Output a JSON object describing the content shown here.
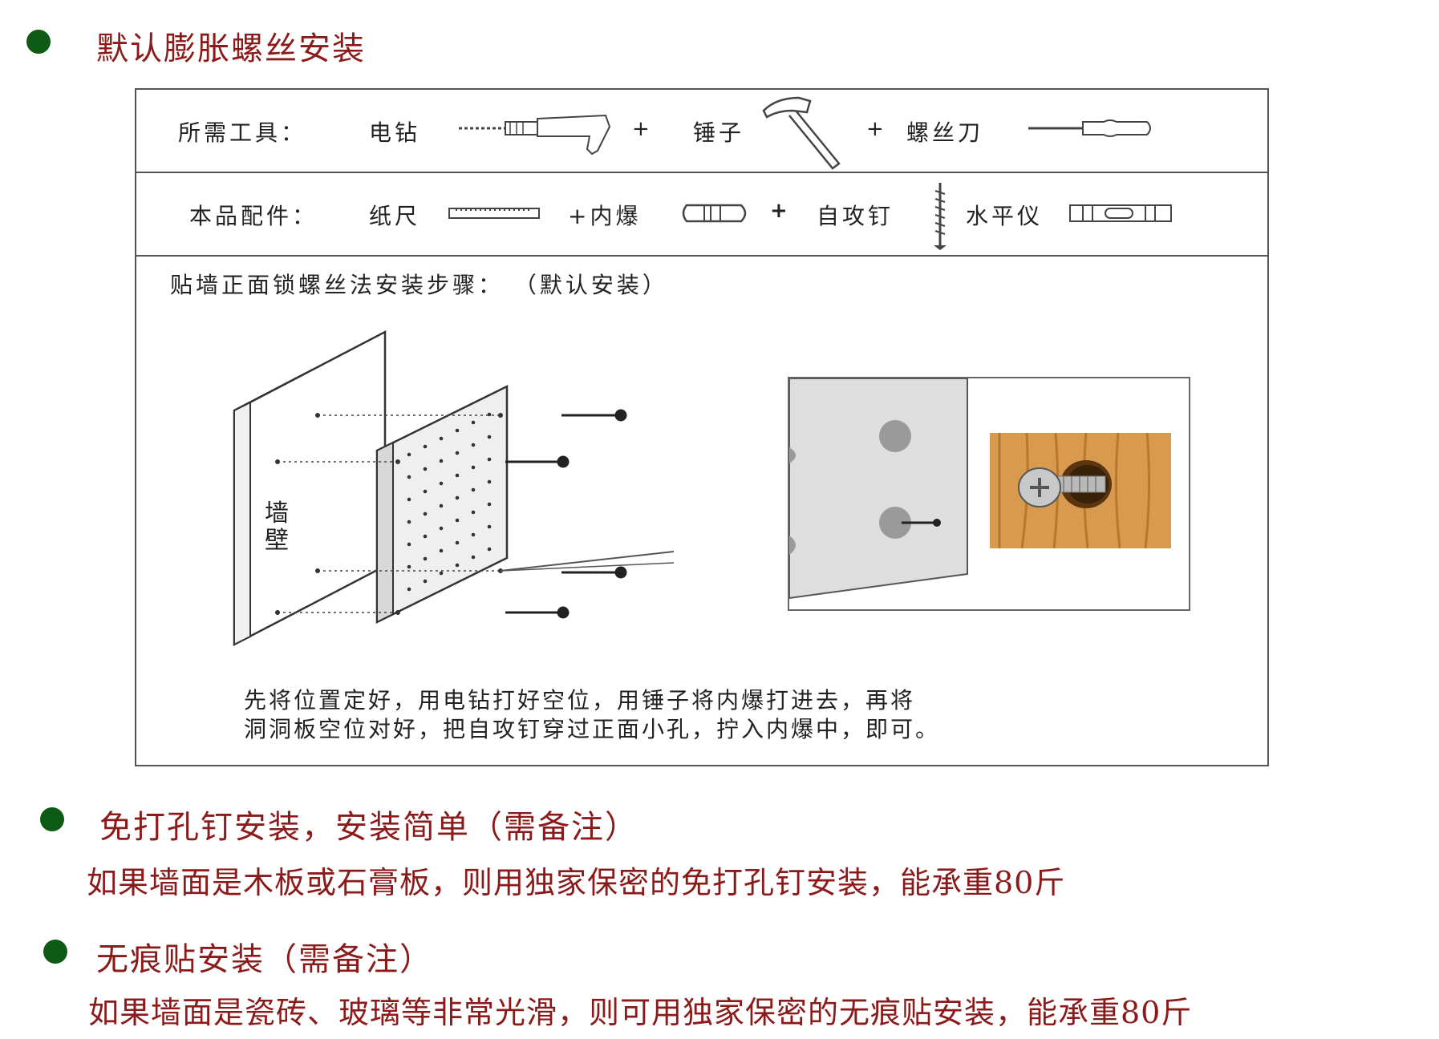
{
  "colors": {
    "bullet": "#0d5a14",
    "heading_text": "#8b1a1a",
    "diagram_border": "#555555"
  },
  "section1": {
    "heading": "默认膨胀螺丝安装"
  },
  "diagram": {
    "tools_label": "所需工具：",
    "tools": [
      "电钻",
      "锤子",
      "螺丝刀"
    ],
    "tool_icons": [
      "drill-icon",
      "hammer-icon",
      "screwdriver-icon"
    ],
    "plus": "+",
    "accessories_label": "本品配件：",
    "accessories": [
      "纸尺",
      "+内爆",
      "自攻钉",
      "水平仪"
    ],
    "accessory_icons": [
      "ruler-icon",
      "anchor-icon",
      "screw-icon",
      "level-icon"
    ],
    "accessory_plus": "+",
    "steps_title": "贴墙正面锁螺丝法安装步骤：  （默认安装）",
    "wall_label_1": "墙",
    "wall_label_2": "壁",
    "caption_line1": "先将位置定好，用电钻打好空位，用锤子将内爆打进去，再将",
    "caption_line2": "洞洞板空位对好，把自攻钉穿过正面小孔，拧入内爆中，即可。"
  },
  "section2": {
    "heading": "免打孔钉安装，安装简单（需备注）",
    "text": "如果墙面是木板或石膏板，则用独家保密的免打孔钉安装，能承重80斤"
  },
  "section3": {
    "heading": "无痕贴安装（需备注）",
    "text": "如果墙面是瓷砖、玻璃等非常光滑，则可用独家保密的无痕贴安装，能承重80斤"
  }
}
